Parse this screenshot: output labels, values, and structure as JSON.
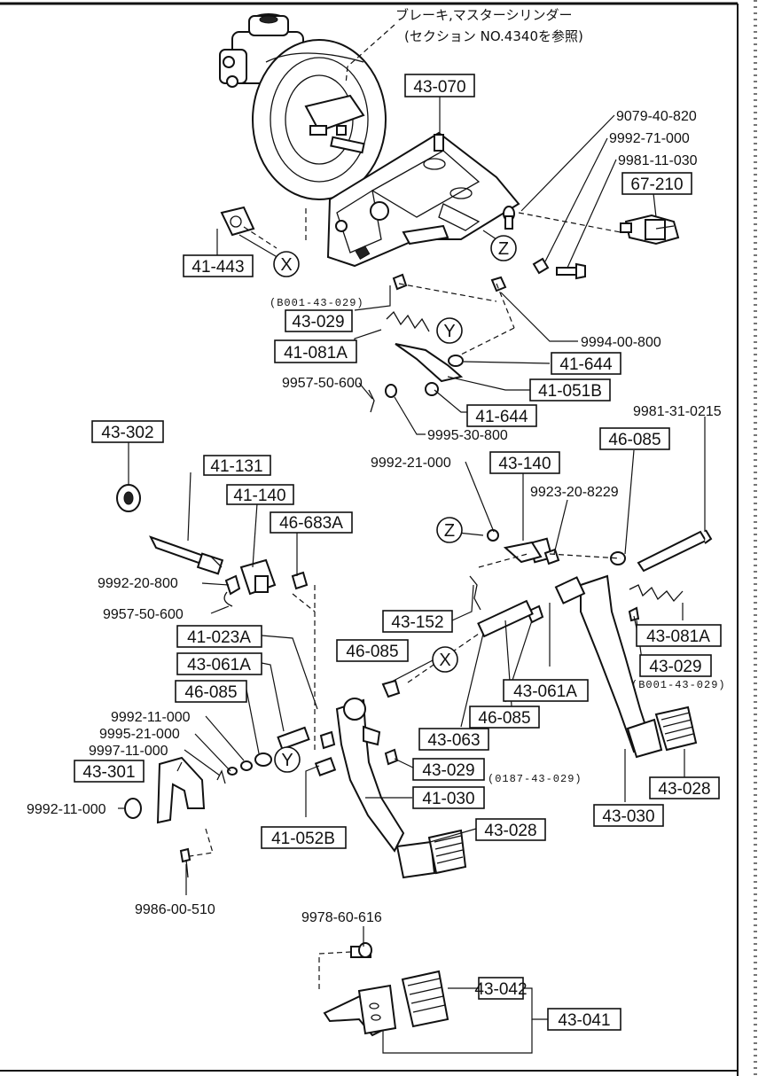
{
  "header_note": {
    "line1": "ブレーキ,マスターシリンダー",
    "line2": "(セクション NO.4340を参照)"
  },
  "markers": {
    "x": "X",
    "y": "Y",
    "z": "Z"
  },
  "boxed_labels": {
    "b43_070": "43-070",
    "b67_210": "67-210",
    "b41_443": "41-443",
    "b43_029_top": "43-029",
    "b41_081A_top": "41-081A",
    "b41_644_a": "41-644",
    "b41_051B": "41-051B",
    "b41_644_b": "41-644",
    "b43_302": "43-302",
    "b41_131": "41-131",
    "b41_140": "41-140",
    "b46_683A": "46-683A",
    "b43_140": "43-140",
    "b46_085_r": "46-085",
    "b43_152": "43-152",
    "b41_023A": "41-023A",
    "b43_061A_l": "43-061A",
    "b46_085_l": "46-085",
    "b46_085_m": "46-085",
    "b43_081A_r": "43-081A",
    "b43_029_r": "43-029",
    "b43_061A_m": "43-061A",
    "b46_085_b": "46-085",
    "b43_301": "43-301",
    "b43_063": "43-063",
    "b43_029_m": "43-029",
    "b41_030": "41-030",
    "b43_028_r": "43-028",
    "b41_052B": "41-052B",
    "b43_028_m": "43-028",
    "b43_030": "43-030",
    "b43_042": "43-042",
    "b43_041": "43-041"
  },
  "plain_labels": {
    "p9079": "9079-40-820",
    "p9992_71": "9992-71-000",
    "p9981_11": "9981-11-030",
    "p9994": "9994-00-800",
    "p9957_top": "9957-50-600",
    "p9995_30": "9995-30-800",
    "p9981_31": "9981-31-0215",
    "p9992_21": "9992-21-000",
    "p9923": "9923-20-8229",
    "p9992_20": "9992-20-800",
    "p9957_mid": "9957-50-600",
    "p9992_11_a": "9992-11-000",
    "p9995_21": "9995-21-000",
    "p9997": "9997-11-000",
    "p9992_11_b": "9992-11-000",
    "p9986": "9986-00-510",
    "p9978": "9978-60-616"
  },
  "small_notes": {
    "n_b001_top": "(B001-43-029)",
    "n_b001_r": "(B001-43-029)",
    "n_0187": "(0187-43-029)"
  }
}
